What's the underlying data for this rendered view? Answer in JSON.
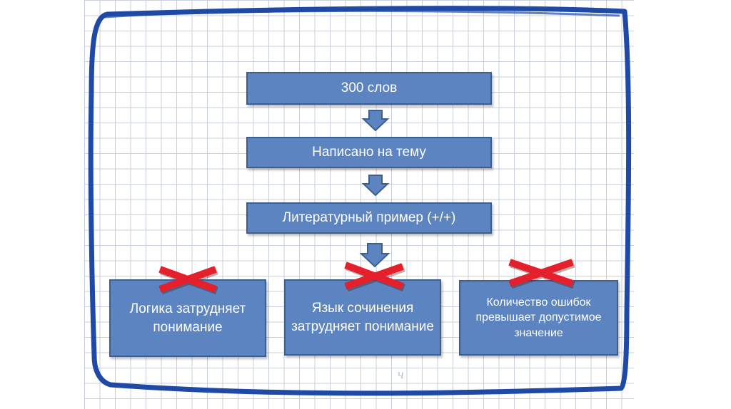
{
  "diagram": {
    "steps": [
      {
        "label": "300 слов"
      },
      {
        "label": "Написано на тему"
      },
      {
        "label": "Литературный пример (+/+)"
      }
    ],
    "criteria": [
      {
        "label": "Логика затрудняет понимание",
        "crossed": true
      },
      {
        "label": "Язык сочинения затрудняет понимание",
        "crossed": true
      },
      {
        "label": "Количество ошибок превышает допустимое значение",
        "crossed": true
      }
    ],
    "handwritten_mark": "ч"
  },
  "colors": {
    "box_fill": "#5b84c0",
    "box_border": "#3d5f8f",
    "frame": "#1e4aa6",
    "cross": "#e3202b",
    "grid": "#c9cfdc"
  },
  "icons": {
    "arrow": "arrow-down-icon",
    "cross": "x-mark-icon"
  }
}
